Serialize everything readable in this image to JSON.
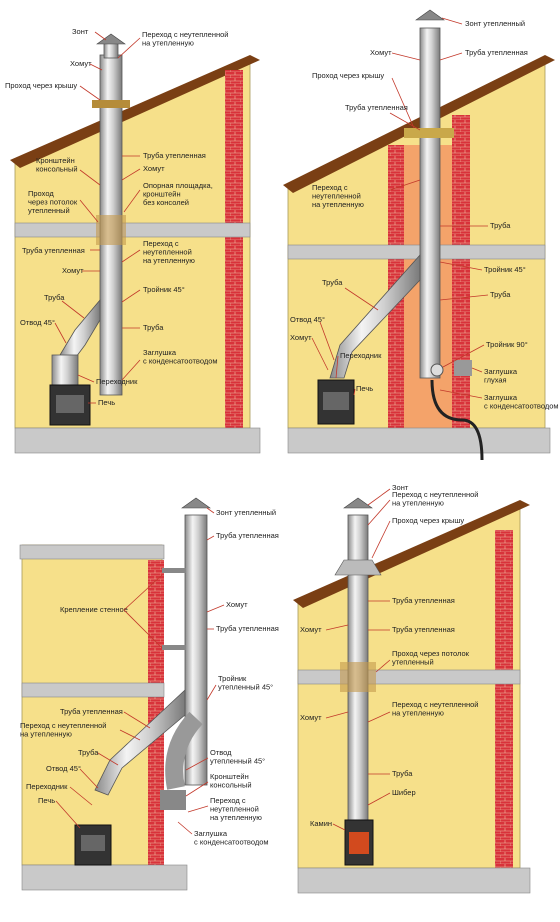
{
  "diagrams": [
    {
      "labels": {
        "zont": "Зонт",
        "perehod_top": "Переход с неутепленной\nна утепленную",
        "homut_top": "Хомут",
        "prohod_krysha": "Проход через крышу",
        "truba_utepl": "Труба утепленная",
        "kronshtein": "Кронштейн\nконсольный",
        "homut_mid": "Хомут",
        "prohod_potolok": "Проход\nчерез потолок\nутепленный",
        "opornaya": "Опорная площадка,\nкронштейн\nбез консолей",
        "truba_utepl_low": "Труба утепленная",
        "perehod_low": "Переход с\nнеутепленной\nна утепленную",
        "homut_low": "Хомут",
        "truba_left": "Труба",
        "troinik45": "Тройник 45°",
        "otvod45": "Отвод 45°",
        "truba_right": "Труба",
        "zaglushka": "Заглушка\nс конденсатоотводом",
        "perehodnik": "Переходник",
        "pech": "Печь"
      }
    },
    {
      "labels": {
        "zont": "Зонт утепленный",
        "homut": "Хомут",
        "truba_utepl_top": "Труба утепленная",
        "prohod_krysha": "Проход через крышу",
        "truba_utepl": "Труба утепленная",
        "perehod": "Переход с\nнеутепленной\nна утепленную",
        "truba_r1": "Труба",
        "troinik45": "Тройник 45°",
        "truba_left": "Труба",
        "truba_r2": "Труба",
        "otvod45": "Отвод 45°",
        "homut_left": "Хомут",
        "perehodnik": "Переходник",
        "troinik90": "Тройник 90°",
        "zaglushka_gl": "Заглушка\nглухая",
        "zaglushka_k": "Заглушка\nс конденсатоотводом",
        "pech": "Печь"
      }
    },
    {
      "labels": {
        "zont": "Зонт утепленный",
        "truba_utepl_top": "Труба утепленная",
        "kreplenie": "Крепление стенное",
        "homut": "Хомут",
        "truba_utepl_mid": "Труба утепленная",
        "troinik": "Тройник\nутепленный 45°",
        "truba_utepl_left": "Труба утепленная",
        "perehod_left": "Переход с неутепленной\nна утепленную",
        "truba": "Труба",
        "otvod45": "Отвод 45°",
        "otvod_utepl": "Отвод\nутепленный 45°",
        "perehodniki": "Переходник",
        "kronshtein": "Кронштейн\nконсольный",
        "pech": "Печь",
        "perehod_right": "Переход с\nнеутепленной\nна утепленную",
        "zaglushka": "Заглушка\nс конденсатоотводом"
      }
    },
    {
      "labels": {
        "zont": "Зонт",
        "perehod_top": "Переход с неутепленной\nна утепленную",
        "prohod_krysha": "Проход через крышу",
        "truba_utepl1": "Труба утепленная",
        "homut1": "Хомут",
        "truba_utepl2": "Труба утепленная",
        "prohod_potolok": "Проход через потолок\nутепленный",
        "homut2": "Хомут",
        "perehod_low": "Переход с неутепленной\nна утепленную",
        "truba": "Труба",
        "shiber": "Шибер",
        "kamin": "Камин"
      }
    }
  ]
}
